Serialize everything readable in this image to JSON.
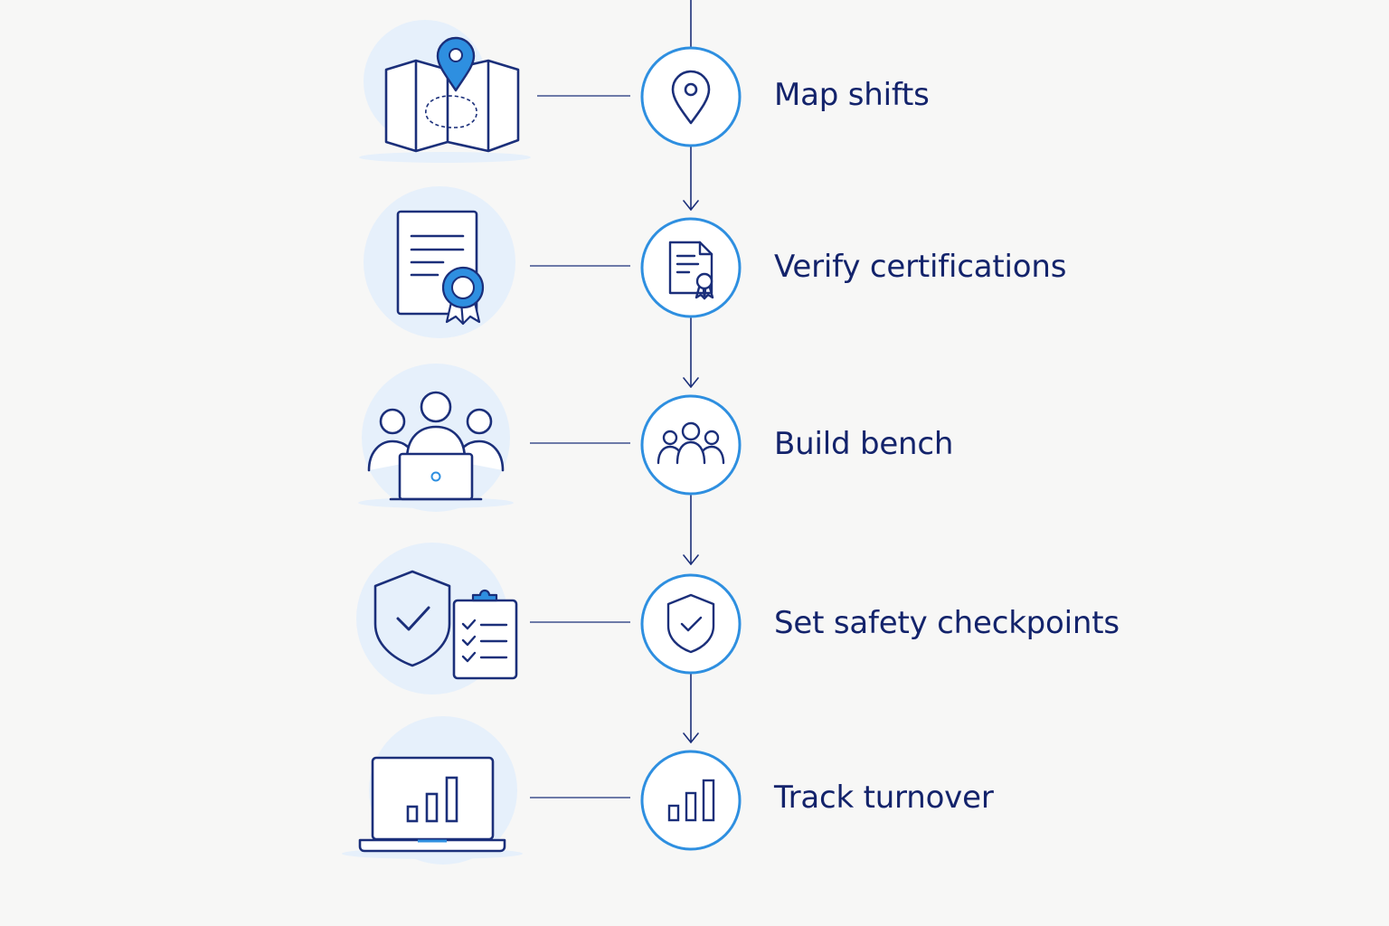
{
  "colors": {
    "background": "#f7f7f6",
    "navy": "#1b2f7a",
    "accent_blue": "#2e8fe0",
    "halo": "#e6f0fb",
    "label": "#13236b"
  },
  "steps": [
    {
      "label": "Map shifts",
      "illustration_icon": "folded-map-with-pin-icon",
      "node_icon": "map-pin-icon"
    },
    {
      "label": "Verify certifications",
      "illustration_icon": "certificate-with-ribbon-icon",
      "node_icon": "document-badge-icon"
    },
    {
      "label": "Build bench",
      "illustration_icon": "team-at-laptop-icon",
      "node_icon": "people-group-icon"
    },
    {
      "label": "Set safety checkpoints",
      "illustration_icon": "shield-and-checklist-icon",
      "node_icon": "shield-check-icon"
    },
    {
      "label": "Track turnover",
      "illustration_icon": "laptop-bar-chart-icon",
      "node_icon": "bar-chart-icon"
    }
  ]
}
